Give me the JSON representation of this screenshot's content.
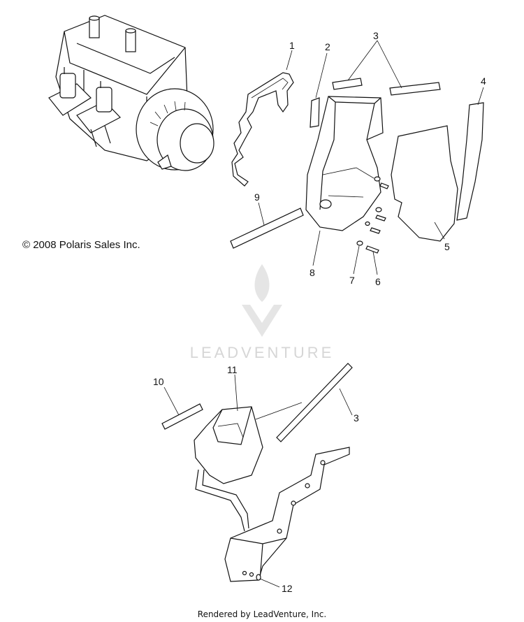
{
  "copyright": "© 2008 Polaris Sales Inc.",
  "watermark": "LEADVENTURE",
  "footer": "Rendered by LeadVenture, Inc.",
  "callouts": {
    "c1": "1",
    "c2": "2",
    "c3a": "3",
    "c4": "4",
    "c5": "5",
    "c6": "6",
    "c7": "7",
    "c8": "8",
    "c9": "9",
    "c10": "10",
    "c11": "11",
    "c3b": "3",
    "c12": "12"
  }
}
